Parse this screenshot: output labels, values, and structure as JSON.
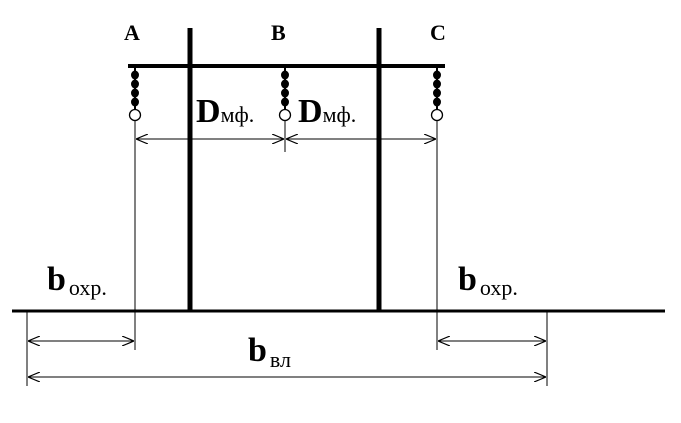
{
  "phases": {
    "a": "A",
    "b": "B",
    "c": "C"
  },
  "dimensions": {
    "phase_spacing_main": "D",
    "phase_spacing_sub": "мф.",
    "protection_zone_main": "b",
    "protection_zone_sub": "охр.",
    "line_width_main": "b",
    "line_width_sub": "вл"
  },
  "colors": {
    "ink": "#000000",
    "background": "#ffffff"
  }
}
